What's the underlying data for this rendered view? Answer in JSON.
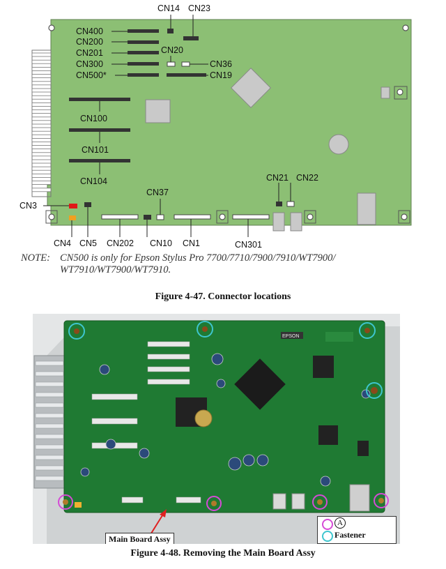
{
  "figure1": {
    "connectors": {
      "cn14": "CN14",
      "cn23": "CN23",
      "cn400": "CN400",
      "cn200": "CN200",
      "cn201": "CN201",
      "cn20": "CN20",
      "cn300": "CN300",
      "cn36": "CN36",
      "cn500": "CN500*",
      "cn19": "CN19",
      "cn100": "CN100",
      "cn101": "CN101",
      "cn104": "CN104",
      "cn37": "CN37",
      "cn21": "CN21",
      "cn22": "CN22",
      "cn3": "CN3",
      "cn4": "CN4",
      "cn5": "CN5",
      "cn202": "CN202",
      "cn10": "CN10",
      "cn1": "CN1",
      "cn301": "CN301"
    },
    "caption": "Figure 4-47.  Connector locations"
  },
  "note": {
    "label": "NOTE:",
    "line1": "CN500 is only for Epson Stylus Pro 7700/7710/7900/7910/WT7900/",
    "line2": "WT7910/WT7900/WT7910."
  },
  "figure2": {
    "callout": "Main Board Assy",
    "legend_a": "A",
    "legend_fastener": "Fastener",
    "chip_label": "EPSON",
    "caption": "Figure 4-48.  Removing the Main Board Assy"
  },
  "colors": {
    "board_green": "#8cbf74",
    "photo_pcb": "#1f7a33",
    "marker_a": "#d54bd6",
    "marker_fastener": "#3ec6cf",
    "arrow": "#e02020"
  }
}
